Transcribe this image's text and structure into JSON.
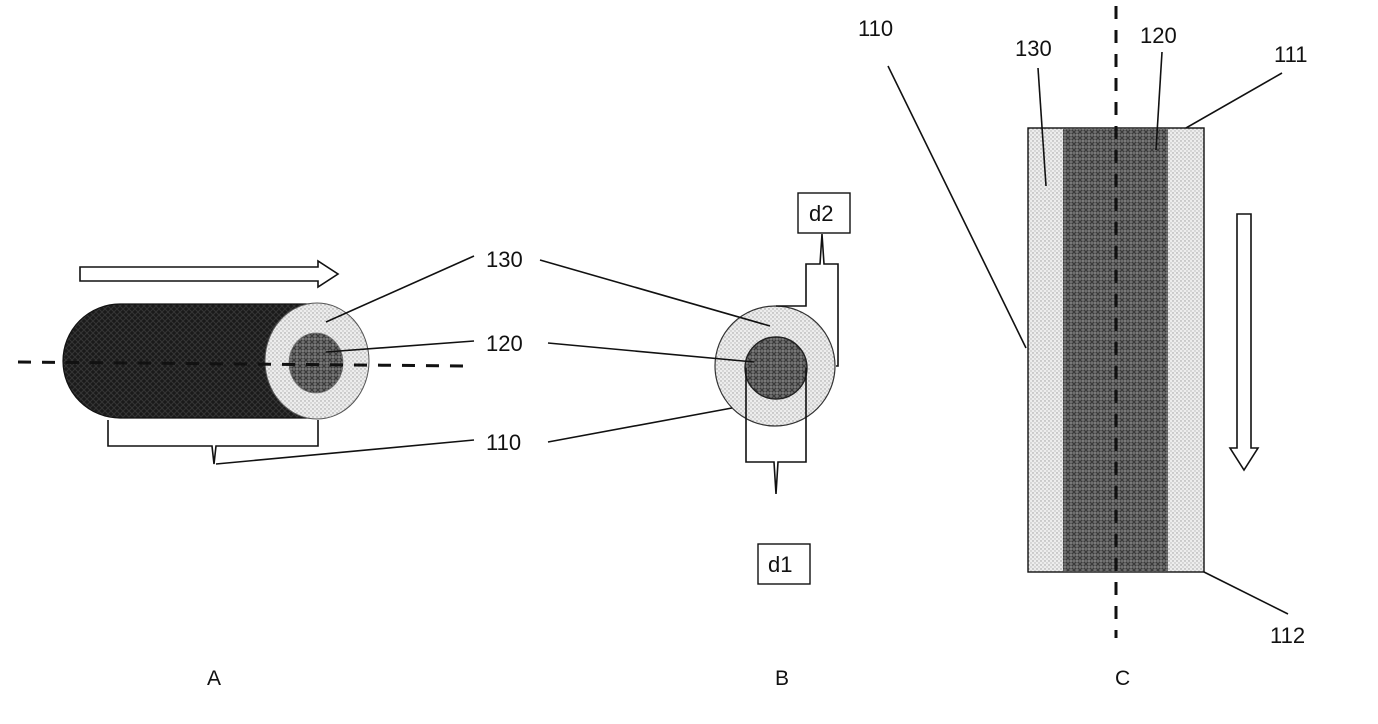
{
  "figure": {
    "panels": {
      "a": {
        "name": "A"
      },
      "b": {
        "name": "B"
      },
      "c": {
        "name": "C"
      }
    },
    "labels": {
      "a_130": "130",
      "a_120": "120",
      "a_110": "110",
      "b_d1": "d1",
      "b_d2": "d2",
      "c_110": "110",
      "c_130": "130",
      "c_120": "120",
      "c_111": "111",
      "c_112": "112"
    },
    "colors": {
      "dark_fill": "#1e1e1e",
      "core_fill": "#7b7b7b",
      "cladding_fill": "#e9e9e9",
      "line": "#111111"
    }
  }
}
